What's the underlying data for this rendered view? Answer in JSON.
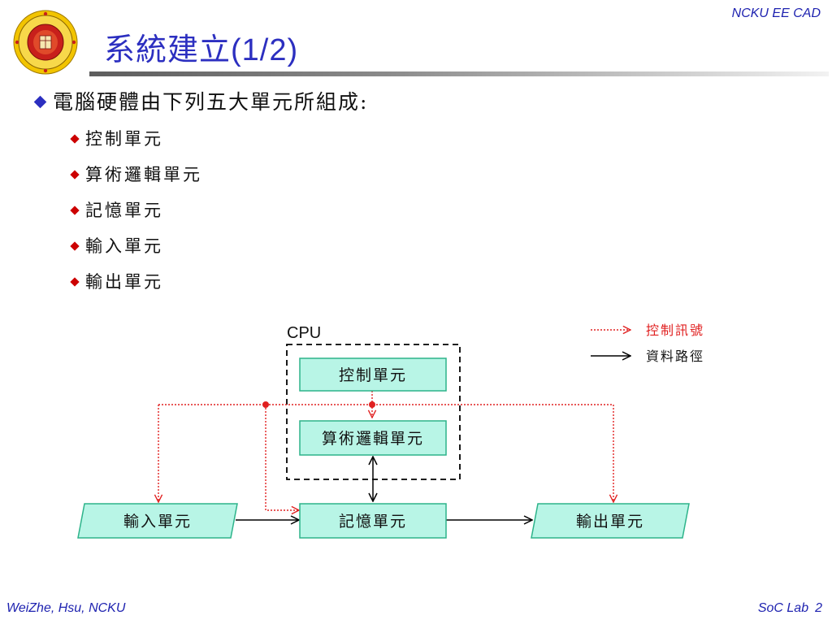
{
  "header": {
    "org": "NCKU EE CAD",
    "title_main": "系統建立",
    "title_suffix": "(1/2)",
    "logo_icon": "university-seal-icon"
  },
  "content": {
    "main_bullet": "電腦硬體由下列五大單元所組成:",
    "sub_bullets": [
      "控制單元",
      "算術邏輯單元",
      "記憶單元",
      "輸入單元",
      "輸出單元"
    ]
  },
  "diagram": {
    "cpu_label": "CPU",
    "nodes": {
      "control": "控制單元",
      "alu": "算術邏輯單元",
      "input": "輸入單元",
      "memory": "記憶單元",
      "output": "輸出單元"
    },
    "legend": {
      "control_signal": "控制訊號",
      "data_path": "資料路徑"
    },
    "colors": {
      "node_fill": "#b8f5e6",
      "node_stroke": "#2db38a",
      "control_line": "#e02020",
      "data_line": "#000000"
    }
  },
  "footer": {
    "author": "WeiZhe, Hsu, NCKU",
    "course": "SoC Lab",
    "page": "2"
  }
}
